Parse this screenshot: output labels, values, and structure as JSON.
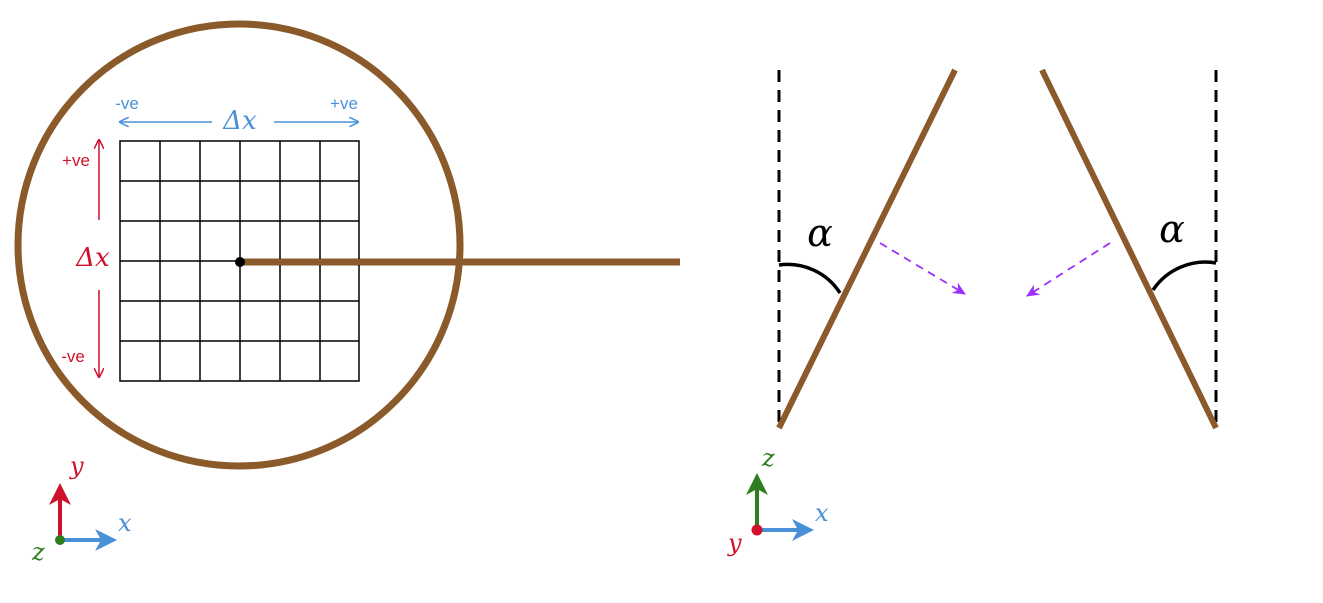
{
  "colors": {
    "rod": "#8B5A2B",
    "blue": "#4A90D9",
    "red": "#D0112B",
    "green": "#2E7D1E",
    "purple": "#9B30FF",
    "black": "#000000"
  },
  "left_panel": {
    "delta_x_horizontal": "Δx",
    "neg_horizontal": "-ve",
    "pos_horizontal": "+ve",
    "delta_x_vertical": "Δx",
    "pos_vertical": "+ve",
    "neg_vertical": "-ve",
    "grid_cells": 6,
    "axes": {
      "up": "y",
      "right": "x",
      "out": "z"
    }
  },
  "right_panel": {
    "angle_left": "α",
    "angle_right": "α",
    "axes": {
      "up": "z",
      "right": "x",
      "in": "y"
    }
  }
}
